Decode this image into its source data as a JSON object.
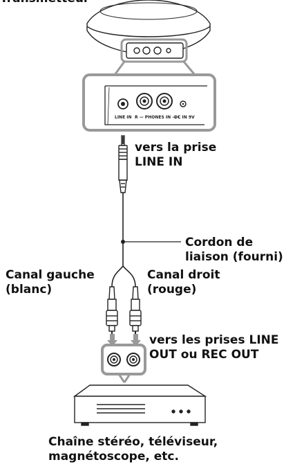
{
  "title": "Transmetteur",
  "panel": {
    "line_in": "LINE IN",
    "phones_in": "R — PHONES IN — L",
    "dc_in": "DC IN 9V"
  },
  "labels": {
    "line_in_prise": [
      "vers la prise",
      "LINE IN"
    ],
    "cord": [
      "Cordon de",
      "liaison (fourni)"
    ],
    "left_channel": [
      "Canal gauche",
      "(blanc)"
    ],
    "right_channel": [
      "Canal droit",
      "(rouge)"
    ],
    "out_prises": [
      "vers les prises LINE",
      "OUT ou REC OUT"
    ],
    "device": [
      "Chaîne stéréo, téléviseur,",
      "magnétoscope, etc."
    ]
  }
}
